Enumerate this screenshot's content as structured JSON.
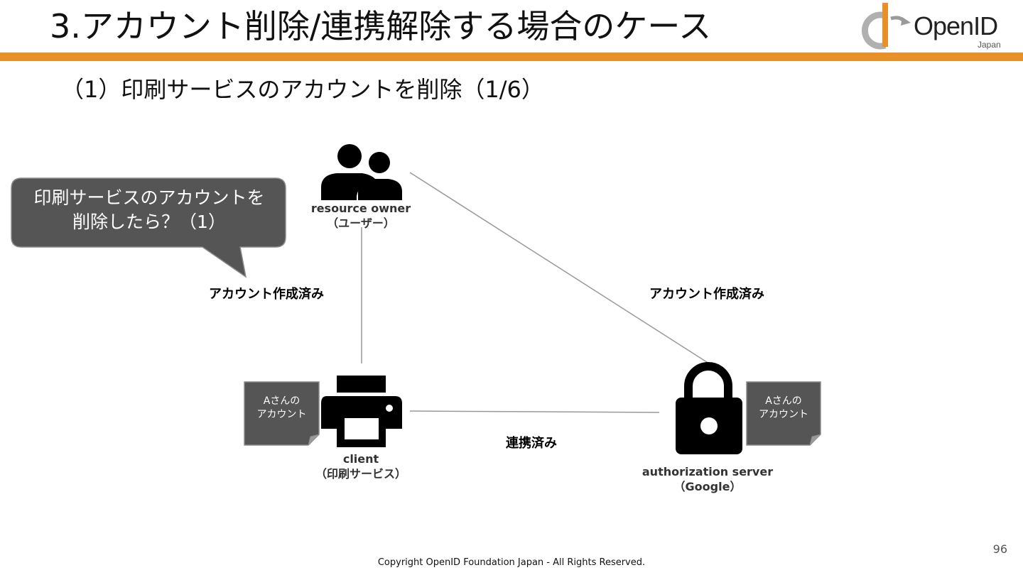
{
  "header": {
    "title": "3.アカウント削除/連携解除する場合のケース",
    "logo_text": "OpenID",
    "logo_sub": "Japan"
  },
  "subtitle": "（1）印刷サービスのアカウントを削除（1/6）",
  "callout": {
    "line1": "印刷サービスのアカウントを",
    "line2": "削除したら？（1）"
  },
  "nodes": {
    "resource_owner": {
      "label": "resource owner",
      "sub": "（ユーザー）",
      "icon": "users-icon"
    },
    "client": {
      "label": "client",
      "sub": "（印刷サービス）",
      "icon": "printer-icon"
    },
    "auth_server": {
      "label": "authorization server",
      "sub": "（Google）",
      "icon": "lock-icon"
    }
  },
  "notes": {
    "client_account": {
      "line1": "Aさんの",
      "line2": "アカウント"
    },
    "auth_account": {
      "line1": "Aさんの",
      "line2": "アカウント"
    }
  },
  "edges": {
    "owner_client": "アカウント作成済み",
    "owner_auth": "アカウント作成済み",
    "client_auth": "連携済み"
  },
  "footer": "Copyright OpenID Foundation Japan - All Rights Reserved.",
  "page_number": "96",
  "colors": {
    "accent": "#e8912a",
    "callout": "#555555",
    "note": "#555555"
  }
}
